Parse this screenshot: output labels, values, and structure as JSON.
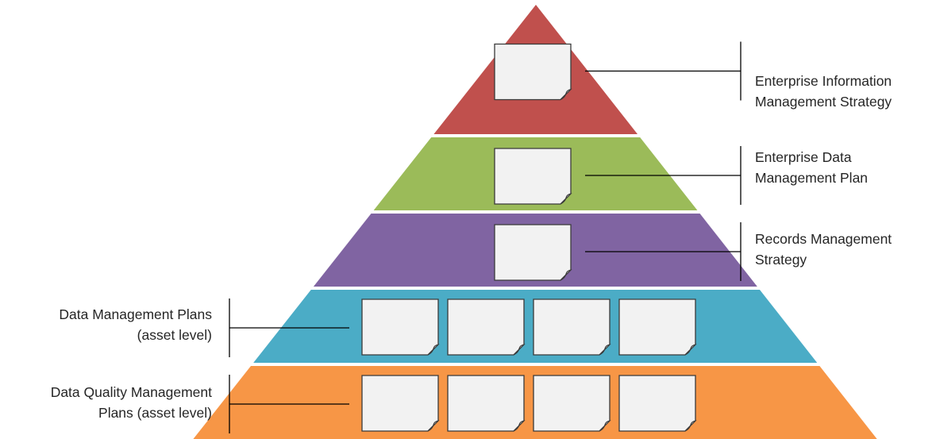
{
  "diagram": {
    "tiers": [
      {
        "name": "Enterprise Information Management Strategy",
        "color": "#C0504D",
        "documents": 1,
        "label_lines": [
          "Enterprise Information",
          "Management Strategy"
        ],
        "label_side": "right"
      },
      {
        "name": "Enterprise Data Management Plan",
        "color": "#9BBB59",
        "documents": 1,
        "label_lines": [
          "Enterprise Data",
          "Management Plan"
        ],
        "label_side": "right"
      },
      {
        "name": "Records Management Strategy",
        "color": "#8064A2",
        "documents": 1,
        "label_lines": [
          "Records Management",
          "Strategy"
        ],
        "label_side": "right"
      },
      {
        "name": "Data Management Plans (asset level)",
        "color": "#4BACC6",
        "documents": 4,
        "label_lines": [
          "Data Management Plans",
          "(asset level)"
        ],
        "label_side": "left"
      },
      {
        "name": "Data Quality Management Plans (asset level)",
        "color": "#F79646",
        "documents": 4,
        "label_lines": [
          "Data Quality Management",
          "Plans (asset level)"
        ],
        "label_side": "left"
      }
    ],
    "document_icon": "page-curl-icon",
    "document_fill": "#F2F2F2",
    "document_stroke": "#3A3A3A"
  }
}
